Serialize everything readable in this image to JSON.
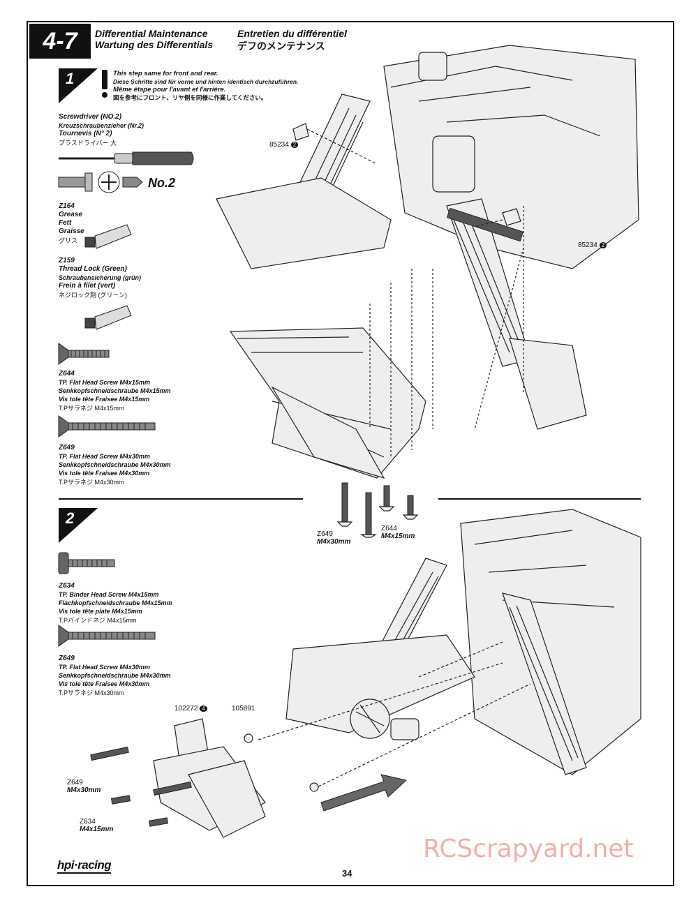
{
  "header": {
    "step": "4-7",
    "title_en": "Differential Maintenance",
    "title_de": "Wartung des Differentials",
    "title_fr": "Entretien du différentiel",
    "title_jp": "デフのメンテナンス"
  },
  "step1": {
    "number": "1",
    "note_en": "This step same for front and rear.",
    "note_de": "Diese Schritte sind für vorne und hinten identisch durchzuführen.",
    "note_fr": "Même étape pour l'avant et l'arrière.",
    "note_jp": "図を参考にフロント、リヤ側を同様に作業してください。",
    "tools": [
      {
        "lines": [
          "Screwdriver (NO.2)",
          "Kreuzschraubenzieher (Nr.2)",
          "Tournevis (N° 2)",
          "プラスドライバー 大"
        ],
        "badge": "No.2"
      },
      {
        "lines": [
          "Z164",
          "Grease",
          "Fett",
          "Graisse",
          "グリス"
        ]
      },
      {
        "lines": [
          "Z159",
          "Thread Lock (Green)",
          "Schraubensicherung (grün)",
          "Frein à filet (vert)",
          "ネジロック剤 (グリーン)"
        ]
      },
      {
        "lines": [
          "Z644",
          "TP. Flat Head Screw M4x15mm",
          "Senkkopfschneidschraube M4x15mm",
          "Vis tole tête Fraisee M4x15mm",
          "T.Pサラネジ M4x15mm"
        ]
      },
      {
        "lines": [
          "Z649",
          "TP. Flat Head Screw M4x30mm",
          "Senkkopfschneidschraube M4x30mm",
          "Vis tole tête Fraisee M4x30mm",
          "T.Pサラネジ M4x30mm"
        ]
      }
    ],
    "callouts": [
      {
        "part": "85234",
        "qty": "2"
      },
      {
        "part": "85234",
        "qty": "2"
      },
      {
        "part": "Z649",
        "size": "M4x30mm"
      },
      {
        "part": "Z644",
        "size": "M4x15mm"
      }
    ]
  },
  "step2": {
    "number": "2",
    "tools": [
      {
        "lines": [
          "Z634",
          "TP. Binder Head Screw M4x15mm",
          "Flachkopfschneidschraube M4x15mm",
          "Vis tole tête plate M4x15mm",
          "T.Pバインドネジ M4x15mm"
        ]
      },
      {
        "lines": [
          "Z649",
          "TP. Flat Head Screw M4x30mm",
          "Senkkopfschneidschraube M4x30mm",
          "Vis tole tête Fraisee M4x30mm",
          "T.Pサラネジ M4x30mm"
        ]
      }
    ],
    "callouts": [
      {
        "part": "102272",
        "qty": "4"
      },
      {
        "part": "105891"
      },
      {
        "part": "Z649",
        "size": "M4x30mm"
      },
      {
        "part": "Z634",
        "size": "M4x15mm"
      }
    ]
  },
  "footer": {
    "brand": "hpi·racing",
    "page": "34",
    "watermark": "RCScrapyard.net"
  }
}
